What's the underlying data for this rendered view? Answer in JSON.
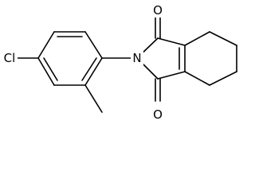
{
  "molecule": {
    "atoms": {
      "chlorine": "Cl",
      "nitrogen": "N",
      "oxygen_top": "O",
      "oxygen_bottom": "O"
    },
    "colors": {
      "bond": "#000000",
      "label": "#000000",
      "background": "#ffffff"
    }
  }
}
